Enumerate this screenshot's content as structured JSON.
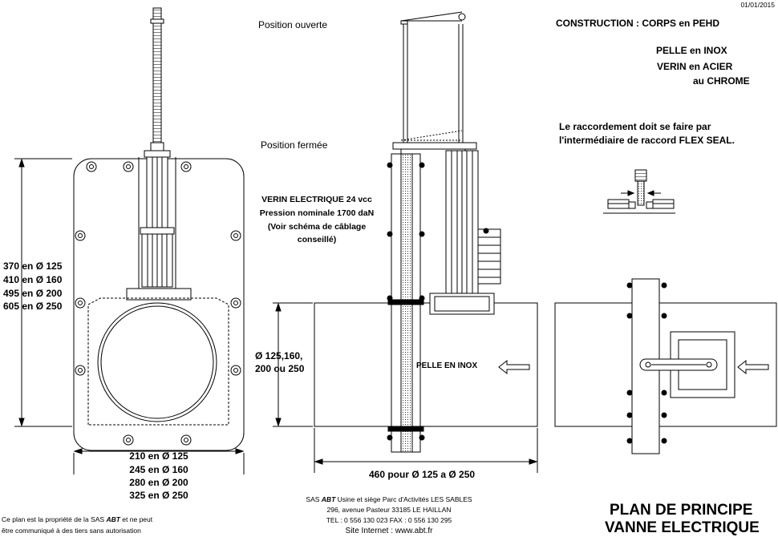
{
  "header": {
    "date": "01/01/2015"
  },
  "views": {
    "position_open": "Position ouverte",
    "position_closed": "Position fermée"
  },
  "actuator": {
    "line1": "VERIN ELECTRIQUE 24 vcc",
    "line2": "Pression nominale 1700 daN",
    "line3": "(Voir schéma de câblage",
    "line4": "conseillé)"
  },
  "blade_label": "PELLE EN INOX",
  "construction": {
    "body": "CONSTRUCTION : CORPS en PEHD",
    "blade": "PELLE en INOX",
    "ram1": "VERIN en ACIER",
    "ram2": "au CHROME"
  },
  "connection_note": {
    "line1": "Le raccordement doit se faire par",
    "line2": "l'intermédiaire de raccord FLEX SEAL."
  },
  "dimensions": {
    "height": [
      "370 en Ø 125",
      "410 en Ø 160",
      "495 en Ø 200",
      "605 en Ø 250"
    ],
    "width": [
      "210 en Ø 125",
      "245 en Ø 160",
      "280 en Ø 200",
      "325 en Ø 250"
    ],
    "diameter_line1": "Ø 125,160,",
    "diameter_line2": "200 ou 250",
    "length": "460 pour  Ø 125 a Ø 250"
  },
  "footer": {
    "property1_pre": "Ce plan est la propriété de la SAS",
    "property_logo": "ABT",
    "property1_post": "et ne peut",
    "property2": "être communiqué à des tiers sans autorisation",
    "company_pre": "SAS",
    "company_logo": "ABT",
    "company_post": "Usine et siège Parc d'Activités LES SABLES",
    "address": "296, avenue Pasteur  33185  LE HAILLAN",
    "phone": "TEL : 0 556 130 023    FAX : 0 556 130 295",
    "website": "Site Internet : www.abt.fr"
  },
  "title": {
    "line1": "PLAN DE PRINCIPE",
    "line2": "VANNE ELECTRIQUE"
  }
}
